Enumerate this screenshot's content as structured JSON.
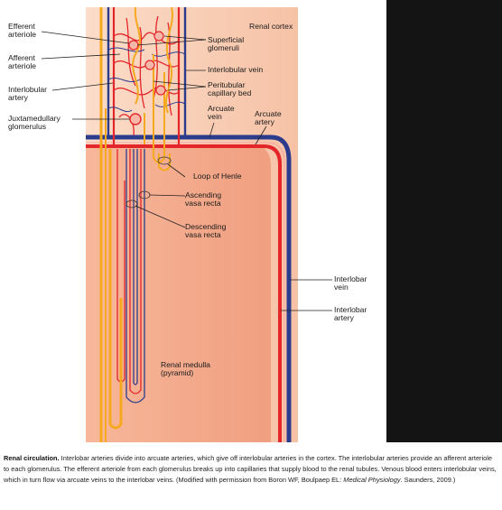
{
  "labels": {
    "efferent_arteriole": "Efferent\narteriole",
    "afferent_arteriole": "Afferent\narteriole",
    "interlobular_artery": "Interlobular\nartery",
    "juxtamedullary_glomerulus": "Juxtamedullary\nglomerulus",
    "renal_cortex": "Renal cortex",
    "superficial_glomeruli": "Superficial\nglomeruli",
    "interlobular_vein": "Interlobular vein",
    "peritubular_capillary_bed": "Peritubular\ncapillary bed",
    "arcuate_vein": "Arcuate\nvein",
    "arcuate_artery": "Arcuate\nartery",
    "loop_of_henle": "Loop of Henle",
    "ascending_vasa_recta": "Ascending\nvasa recta",
    "descending_vasa_recta": "Descending\nvasa recta",
    "interlobar_vein": "Interlobar\nvein",
    "interlobar_artery": "Interlobar\nartery",
    "renal_medulla": "Renal medulla\n(pyramid)"
  },
  "caption": {
    "title": "Renal circulation.",
    "body": " Interlobar arteries divide into arcuate arteries, which give off interlobular arteries in the cortex. The interlobular arteries provide an afferent arteriole to each glomerulus. The efferent arteriole from each glomerulus breaks up into capillaries that supply blood to the renal tubules. Venous blood enters interlobular veins, which in turn flow via arcuate veins to the interlobar veins. (Modified with permission from Boron WF, Boulpaep EL: ",
    "book": "Medical Physiology",
    "tail": ". Saunders, 2009.)"
  },
  "colors": {
    "artery": "#e4262b",
    "vein": "#2b3c8c",
    "tubule": "#f6a91e",
    "cortex": "#f8cdb3",
    "medulla": "#f3a88a"
  }
}
